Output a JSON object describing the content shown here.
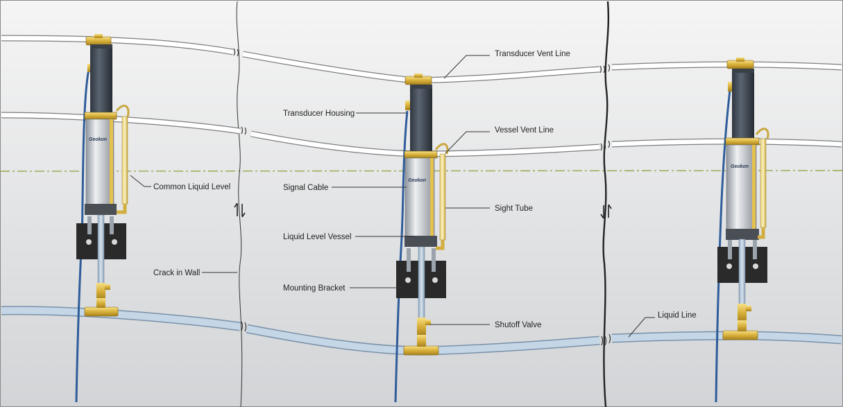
{
  "labels": {
    "transducer_vent_line": "Transducer Vent Line",
    "transducer_housing": "Transducer Housing",
    "vessel_vent_line": "Vessel Vent Line",
    "common_liquid_level": "Common Liquid Level",
    "signal_cable": "Signal Cable",
    "sight_tube": "Sight Tube",
    "liquid_level_vessel": "Liquid Level Vessel",
    "crack_in_wall": "Crack in Wall",
    "mounting_bracket": "Mounting Bracket",
    "shutoff_valve": "Shutoff Valve",
    "liquid_line": "Liquid Line"
  },
  "brand_text": "Geokon",
  "colors": {
    "background_top": "#f3f3f3",
    "background_bottom": "#d4d6d9",
    "vent_tube": "#ffffff",
    "liquid_tube": "#b9cde0",
    "fitting_brass": "#e2c04a",
    "signal_cable": "#2e5c9a",
    "housing": "#404a55",
    "vessel": "#c9cdd3",
    "bracket": "#2b2b2b",
    "level_line": "#9aa64a"
  }
}
